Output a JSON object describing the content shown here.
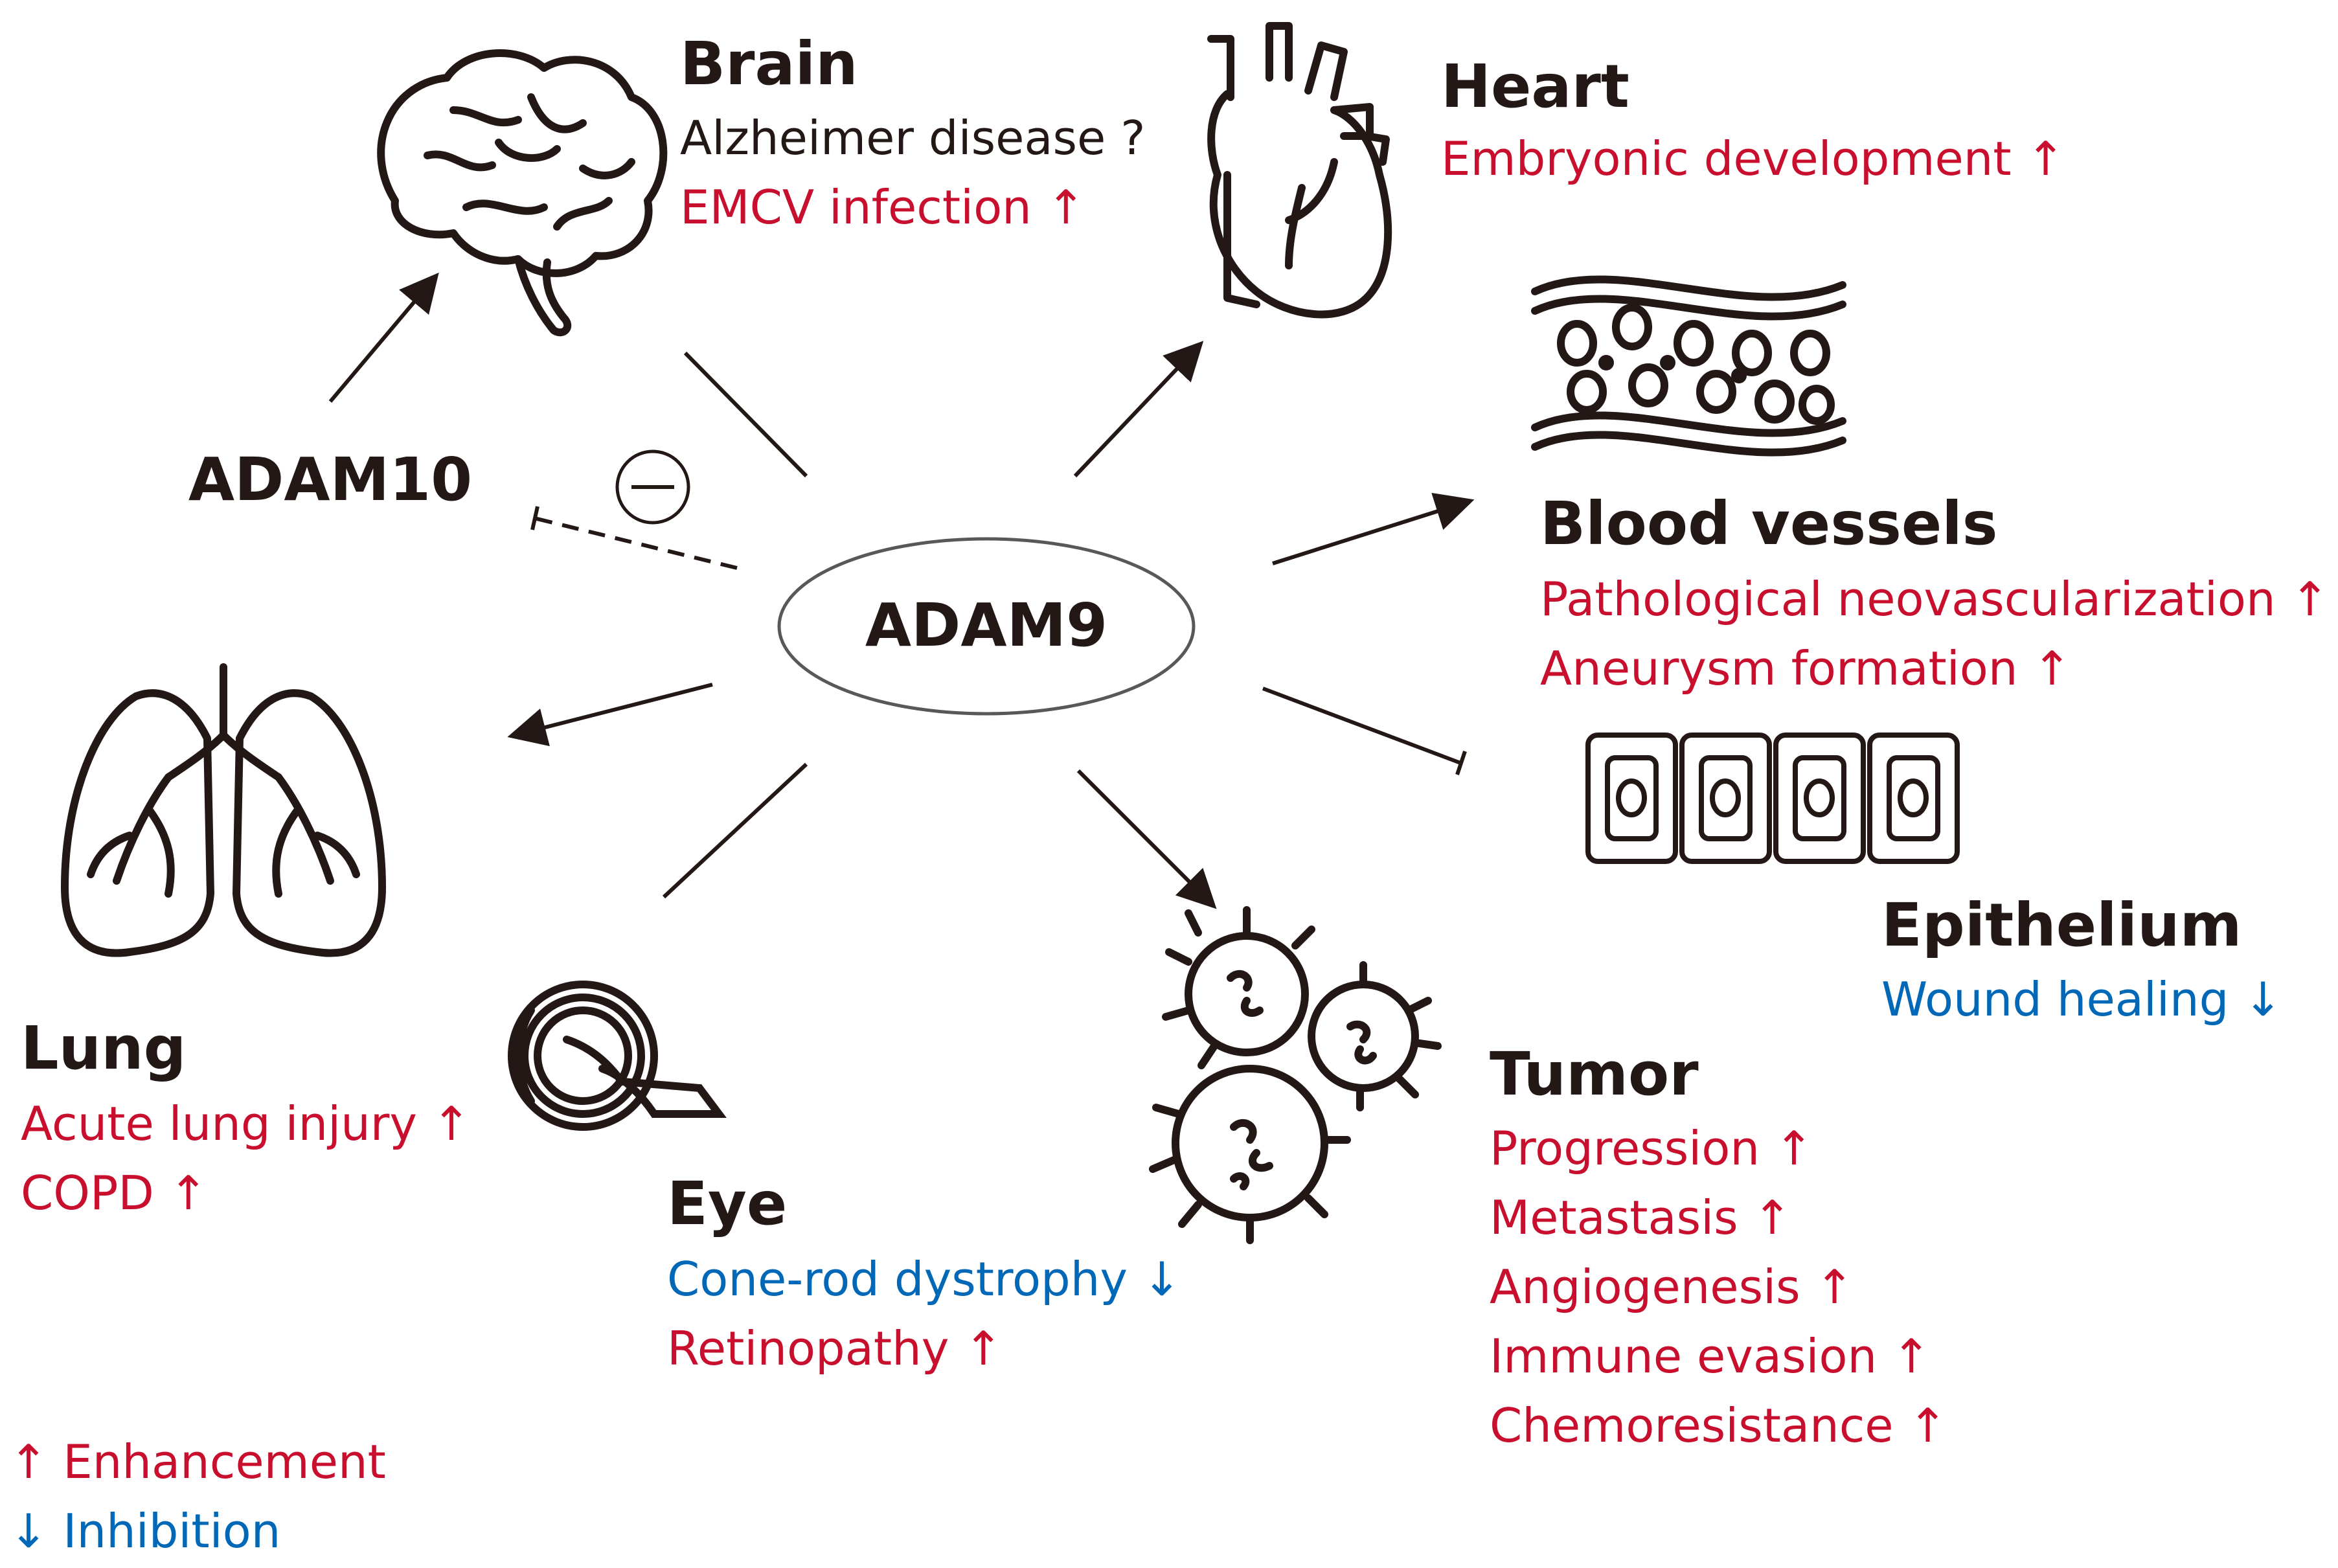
{
  "center": {
    "label": "ADAM9"
  },
  "regulator": {
    "label": "ADAM10",
    "sign": "⊖"
  },
  "colors": {
    "enhance": "#c8102e",
    "inhibit": "#0068b7",
    "neutral": "#231815"
  },
  "organs": {
    "brain": {
      "title": "Brain",
      "icon": "brain-icon",
      "effects": [
        {
          "text": "Alzheimer disease ?",
          "color": "neutral"
        },
        {
          "text": "EMCV infection ↑",
          "color": "enhance"
        }
      ]
    },
    "heart": {
      "title": "Heart",
      "icon": "heart-icon",
      "effects": [
        {
          "text": "Embryonic development ↑",
          "color": "enhance"
        }
      ]
    },
    "vessels": {
      "title": "Blood vessels",
      "icon": "blood-vessel-icon",
      "effects": [
        {
          "text": "Pathological neovascularization ↑",
          "color": "enhance"
        },
        {
          "text": "Aneurysm formation ↑",
          "color": "enhance"
        }
      ]
    },
    "epithelium": {
      "title": "Epithelium",
      "icon": "epithelium-icon",
      "effects": [
        {
          "text": "Wound healing ↓",
          "color": "inhibit"
        }
      ]
    },
    "tumor": {
      "title": "Tumor",
      "icon": "tumor-cells-icon",
      "effects": [
        {
          "text": "Progression ↑",
          "color": "enhance"
        },
        {
          "text": "Metastasis ↑",
          "color": "enhance"
        },
        {
          "text": "Angiogenesis ↑",
          "color": "enhance"
        },
        {
          "text": "Immune  evasion ↑",
          "color": "enhance"
        },
        {
          "text": "Chemoresistance ↑",
          "color": "enhance"
        }
      ]
    },
    "eye": {
      "title": "Eye",
      "icon": "eye-icon",
      "effects": [
        {
          "text": "Cone-rod dystrophy ↓",
          "color": "inhibit"
        },
        {
          "text": "Retinopathy ↑",
          "color": "enhance"
        }
      ]
    },
    "lung": {
      "title": "Lung",
      "icon": "lungs-icon",
      "effects": [
        {
          "text": "Acute lung injury ↑",
          "color": "enhance"
        },
        {
          "text": "COPD ↑",
          "color": "enhance"
        }
      ]
    }
  },
  "legend": [
    {
      "text": "↑ Enhancement",
      "color": "enhance"
    },
    {
      "text": "↓ Inhibition",
      "color": "inhibit"
    }
  ]
}
